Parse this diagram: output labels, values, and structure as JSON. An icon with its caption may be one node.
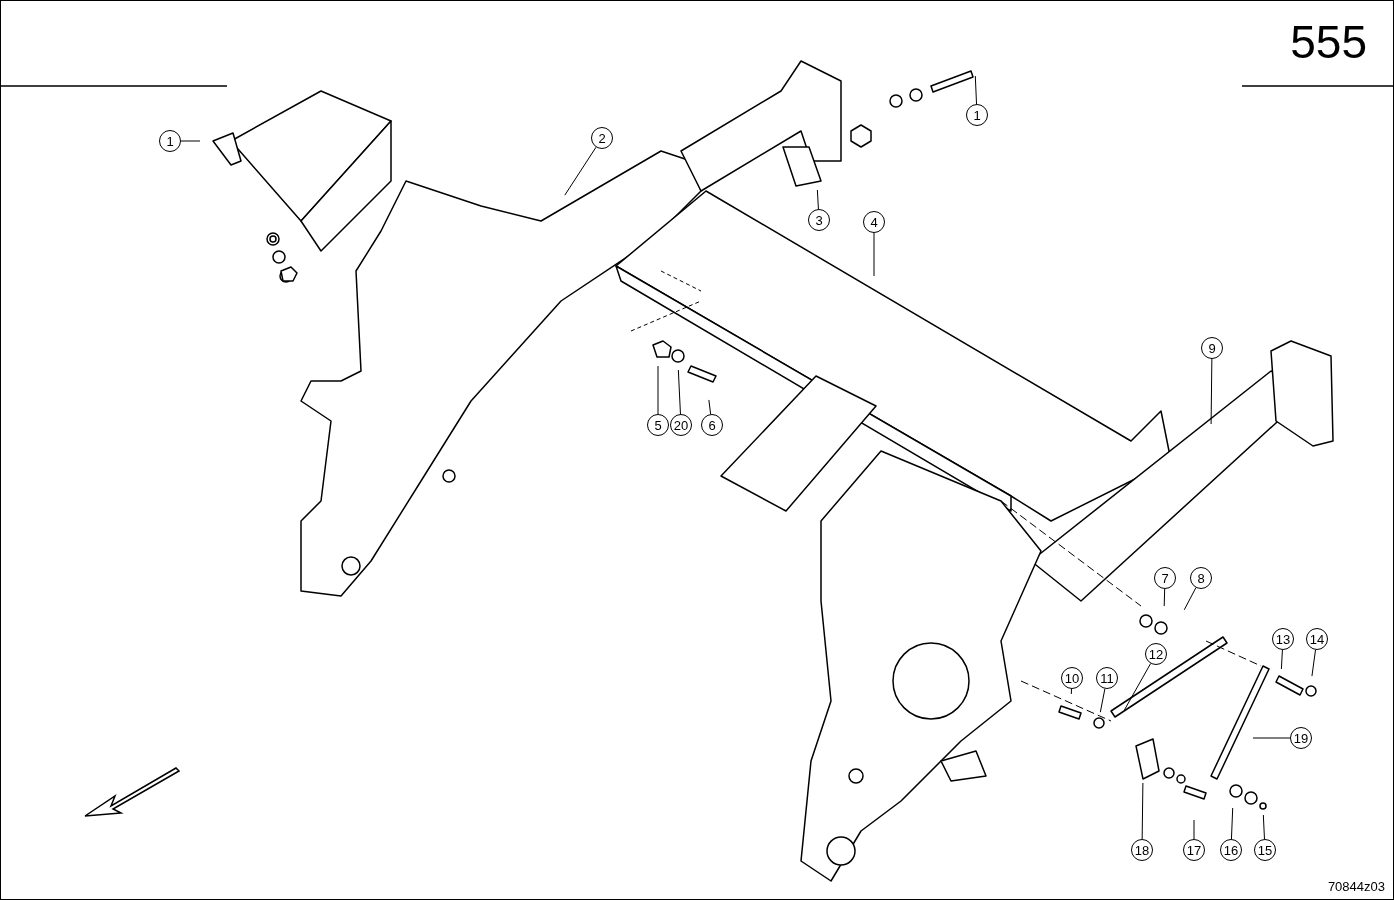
{
  "diagram": {
    "nodes": [
      {
        "text": [
          "1"
        ]
      },
      {
        "text": [
          "2"
        ]
      },
      {
        "text": [
          "1"
        ]
      },
      {
        "text": [
          "3"
        ]
      },
      {
        "text": [
          "4"
        ]
      },
      {
        "text": [
          "9"
        ]
      },
      {
        "text": [
          "5"
        ]
      },
      {
        "text": [
          "20"
        ]
      },
      {
        "text": [
          "6"
        ]
      },
      {
        "text": [
          "7"
        ]
      },
      {
        "text": [
          "8"
        ]
      },
      {
        "text": [
          "13"
        ]
      },
      {
        "text": [
          "14"
        ]
      },
      {
        "text": [
          "12"
        ]
      },
      {
        "text": [
          "10"
        ]
      },
      {
        "text": [
          "11"
        ]
      },
      {
        "text": [
          "19"
        ]
      },
      {
        "text": [
          "18"
        ]
      },
      {
        "text": [
          "17"
        ]
      },
      {
        "text": [
          "16"
        ]
      },
      {
        "text": [
          "15"
        ]
      }
    ],
    "edges": [
      {
        "from": 0,
        "to": null,
        "arrow": "none"
      },
      {
        "from": 1,
        "to": null,
        "arrow": "none"
      },
      {
        "from": 2,
        "to": null,
        "arrow": "none"
      },
      {
        "from": 3,
        "to": null,
        "arrow": "none"
      },
      {
        "from": 4,
        "to": null,
        "arrow": "none"
      },
      {
        "from": 5,
        "to": null,
        "arrow": "none"
      },
      {
        "from": 6,
        "to": null,
        "arrow": "none"
      },
      {
        "from": 7,
        "to": null,
        "arrow": "none"
      },
      {
        "from": 8,
        "to": null,
        "arrow": "none"
      },
      {
        "from": 9,
        "to": null,
        "arrow": "none"
      },
      {
        "from": 10,
        "to": null,
        "arrow": "none"
      },
      {
        "from": 11,
        "to": null,
        "arrow": "none"
      },
      {
        "from": 12,
        "to": null,
        "arrow": "none"
      },
      {
        "from": 13,
        "to": null,
        "arrow": "none"
      },
      {
        "from": 14,
        "to": null,
        "arrow": "none"
      },
      {
        "from": 15,
        "to": null,
        "arrow": "none"
      },
      {
        "from": 16,
        "to": null,
        "arrow": "none"
      },
      {
        "from": 17,
        "to": null,
        "arrow": "none"
      },
      {
        "from": 18,
        "to": null,
        "arrow": "none"
      },
      {
        "from": 19,
        "to": null,
        "arrow": "none"
      },
      {
        "from": 20,
        "to": null,
        "arrow": "none"
      }
    ],
    "labels": [
      "555",
      "70844z03"
    ]
  }
}
